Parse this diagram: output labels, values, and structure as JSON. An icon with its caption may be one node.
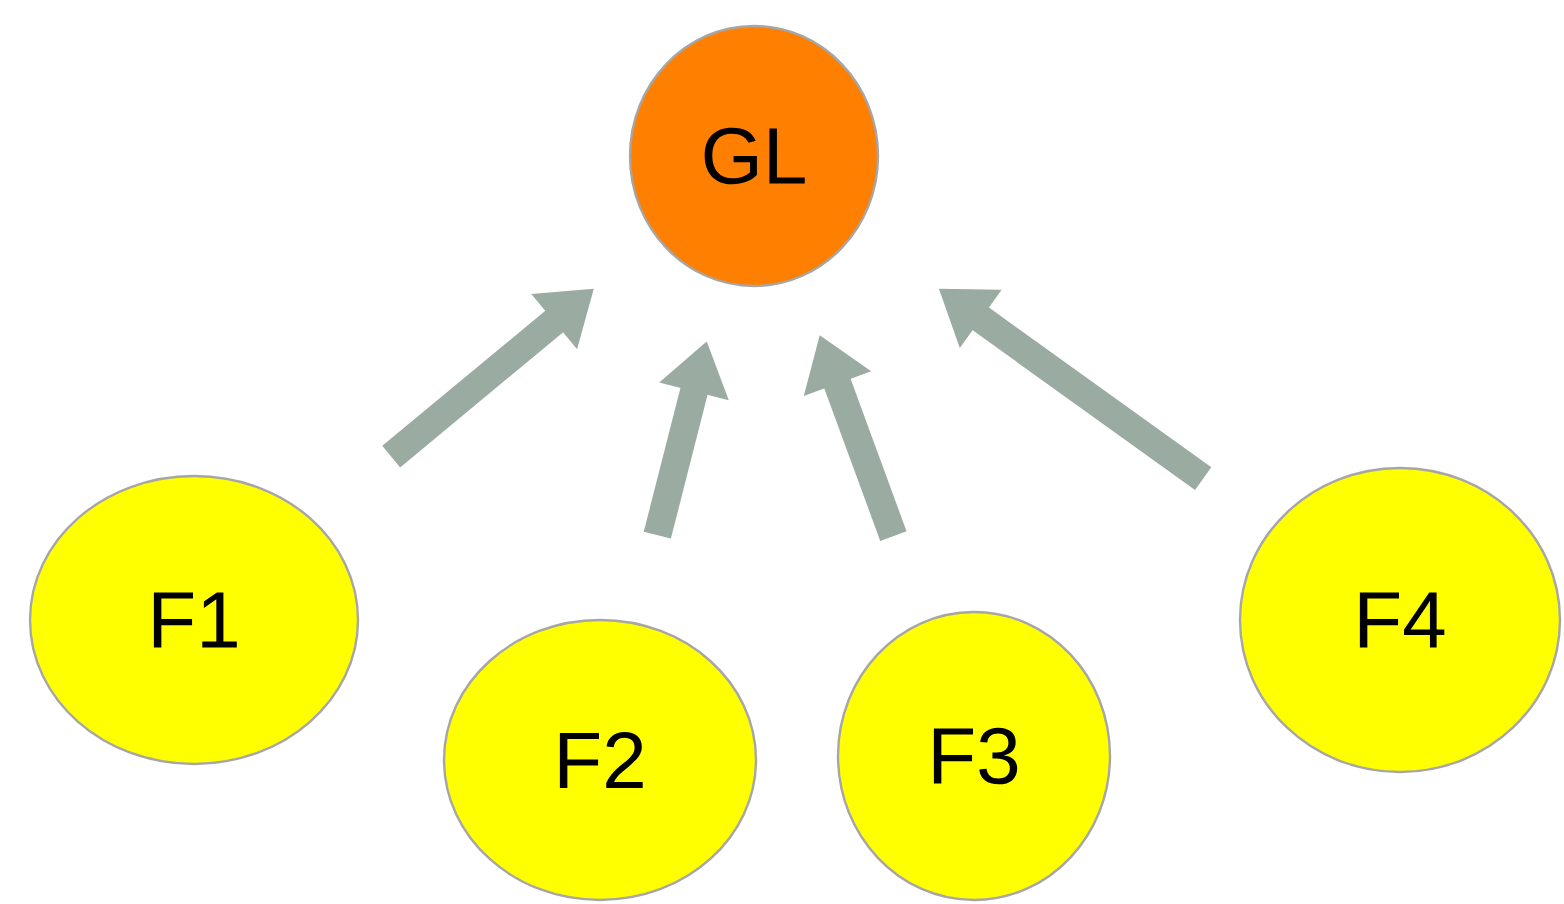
{
  "diagram": {
    "nodes": [
      {
        "text": [
          "GL"
        ]
      },
      {
        "text": [
          "F1"
        ]
      },
      {
        "text": [
          "F2"
        ]
      },
      {
        "text": [
          "F3"
        ]
      },
      {
        "text": [
          "F4"
        ]
      }
    ],
    "edges": [
      {
        "from": 1,
        "to": 0,
        "arrow": "to"
      },
      {
        "from": 2,
        "to": 0,
        "arrow": "to"
      },
      {
        "from": 3,
        "to": 0,
        "arrow": "to"
      },
      {
        "from": 4,
        "to": 0,
        "arrow": "to"
      }
    ]
  }
}
